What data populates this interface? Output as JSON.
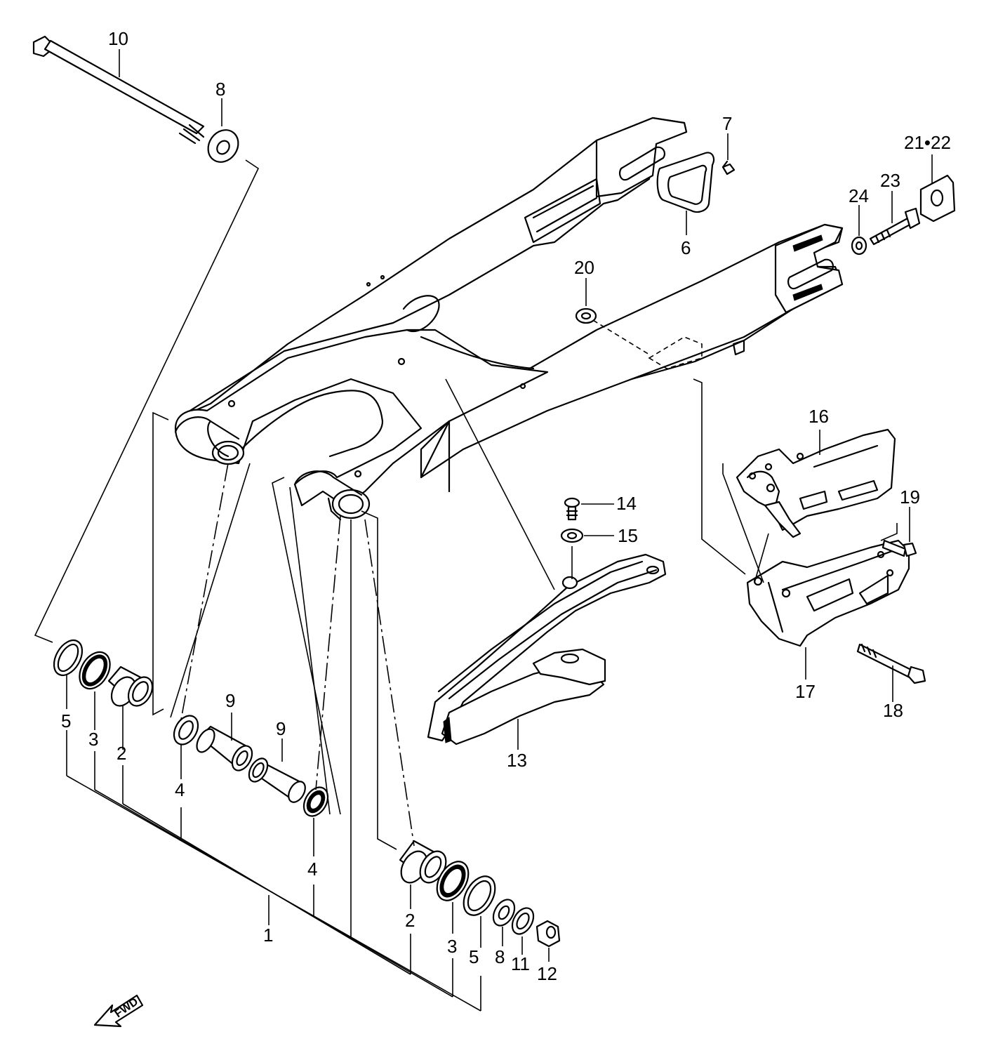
{
  "labels": {
    "p1": "1",
    "p2a": "2",
    "p2b": "2",
    "p3a": "3",
    "p3b": "3",
    "p4a": "4",
    "p4b": "4",
    "p5a": "5",
    "p5b": "5",
    "p6": "6",
    "p7": "7",
    "p8a": "8",
    "p8b": "8",
    "p9a": "9",
    "p9b": "9",
    "p10": "10",
    "p11": "11",
    "p12": "12",
    "p13": "13",
    "p14": "14",
    "p15": "15",
    "p16": "16",
    "p17": "17",
    "p18": "18",
    "p19": "19",
    "p20": "20",
    "p21_22": "21•22",
    "p23": "23",
    "p24": "24"
  },
  "fwd": "FWD"
}
